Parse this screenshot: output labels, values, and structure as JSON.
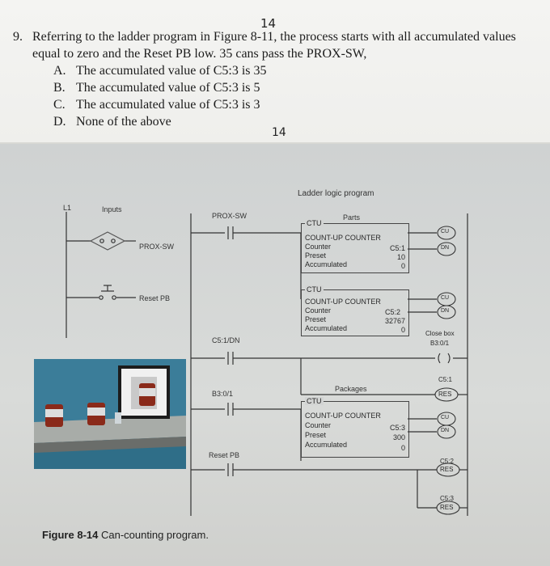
{
  "question": {
    "number": "9.",
    "text_line1": "Referring to the ladder program in Figure 8-11, the process starts with all accumulated values",
    "text_line2": "equal to zero and the Reset PB low. 35 cans pass the PROX-SW,",
    "options": [
      {
        "letter": "A.",
        "text": "The accumulated value of C5:3 is 35"
      },
      {
        "letter": "B.",
        "text": "The accumulated value of C5:3 is 5"
      },
      {
        "letter": "C.",
        "text": "The accumulated value of C5:3 is 3"
      },
      {
        "letter": "D.",
        "text": "None of the above"
      }
    ],
    "handwritten_top": "14",
    "handwritten_mid": "14"
  },
  "figure": {
    "title": "Ladder logic program",
    "rail_label": "L1",
    "inputs_label": "Inputs",
    "prox_label": "PROX-SW",
    "reset_label": "Reset PB",
    "contacts": {
      "prox": "PROX-SW",
      "c51dn": "C5:1/DN",
      "b30": "B3:0/1",
      "reset": "Reset PB"
    },
    "counters": [
      {
        "group": "Parts",
        "type": "CTU",
        "name": "COUNT-UP COUNTER",
        "counter_label": "Counter",
        "counter": "C5:1",
        "preset_label": "Preset",
        "preset": "10",
        "acc_label": "Accumulated",
        "acc": "0"
      },
      {
        "group": "",
        "type": "CTU",
        "name": "COUNT-UP COUNTER",
        "counter_label": "Counter",
        "counter": "C5:2",
        "preset_label": "Preset",
        "preset": "32767",
        "acc_label": "Accumulated",
        "acc": "0"
      },
      {
        "group": "Packages",
        "type": "CTU",
        "name": "COUNT-UP COUNTER",
        "counter_label": "Counter",
        "counter": "C5:3",
        "preset_label": "Preset",
        "preset": "300",
        "acc_label": "Accumulated",
        "acc": "0"
      }
    ],
    "coils": {
      "cu": "CU",
      "dn": "DN",
      "close_box_label": "Close box",
      "close_box_addr": "B3:0/1",
      "c51": "C5:1",
      "c52": "C5:2",
      "c53": "C5:3",
      "res": "RES"
    },
    "caption_bold": "Figure 8-14",
    "caption_text": "Can-counting program."
  }
}
